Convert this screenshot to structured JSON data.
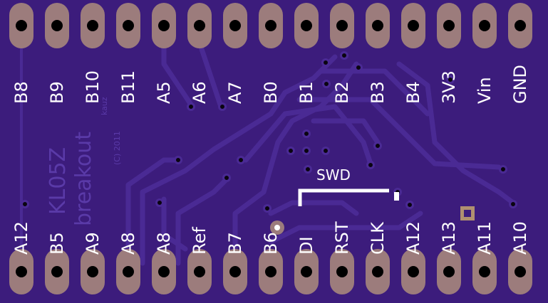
{
  "board": {
    "title": "KL05Z",
    "subtitle": "breakout",
    "author": "kauz",
    "copyright": "(C) 2011",
    "connector_label": "SWD",
    "colors": {
      "pcb": "#3c1c7c",
      "trace": "#4a2a94",
      "copper": "#9c7c7c",
      "silk": "#ffffff"
    }
  },
  "top_pins": [
    "B8",
    "B9",
    "B10",
    "B11",
    "A5",
    "A6",
    "A7",
    "B0",
    "B1",
    "B2",
    "B3",
    "B4",
    "3V3",
    "Vin",
    "GND"
  ],
  "bottom_pins": [
    "A12",
    "B5",
    "A9",
    "A8",
    "A8",
    "Ref",
    "B7",
    "B6",
    "DI",
    "RST",
    "CLK",
    "A12",
    "A13",
    "A11",
    "A10"
  ]
}
